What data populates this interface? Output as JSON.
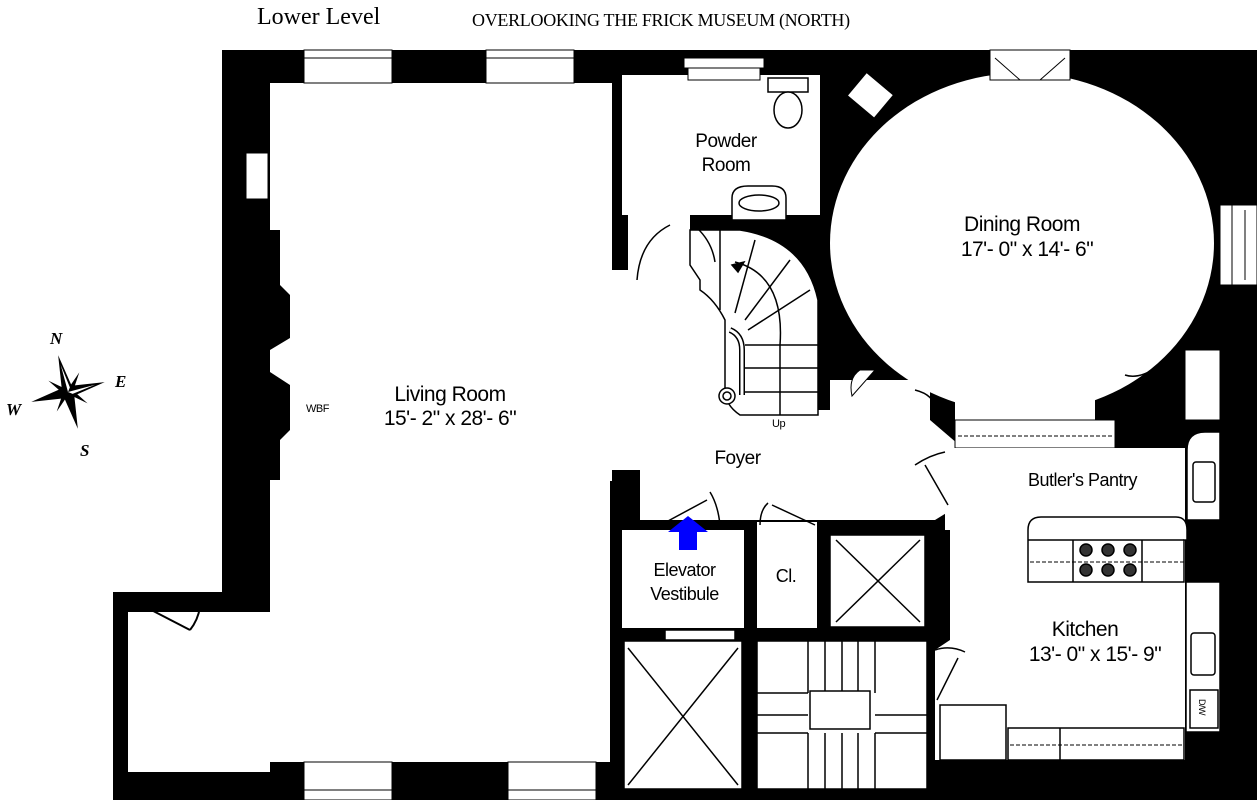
{
  "header": {
    "level": "Lower Level",
    "subtitle": "OVERLOOKING THE FRICK MUSEUM (NORTH)"
  },
  "compass": {
    "icon": "compass-rose-icon",
    "north": "N",
    "south": "S",
    "east": "E",
    "west": "W"
  },
  "rooms": {
    "living_room": {
      "name": "Living Room",
      "dimensions": "15'- 2\" x 28'- 6\"",
      "fireplace": "WBF"
    },
    "dining_room": {
      "name": "Dining Room",
      "dimensions": "17'- 0\" x 14'- 6\""
    },
    "powder_room": {
      "name_line1": "Powder",
      "name_line2": "Room"
    },
    "foyer": {
      "name": "Foyer",
      "stairs_label": "Up"
    },
    "butlers_pantry": {
      "name": "Butler's Pantry"
    },
    "kitchen": {
      "name": "Kitchen",
      "dimensions": "13'- 0\" x 15'- 9\"",
      "dishwasher": "D/W"
    },
    "elevator_vestibule": {
      "name_line1": "Elevator",
      "name_line2": "Vestibule"
    },
    "closet": {
      "name": "Cl."
    }
  },
  "markers": {
    "entry_arrow": {
      "icon": "entry-arrow-icon",
      "color": "#0000ff"
    }
  },
  "colors": {
    "wall": "#000000",
    "floor": "#ffffff",
    "entry_arrow": "#0000ff"
  }
}
